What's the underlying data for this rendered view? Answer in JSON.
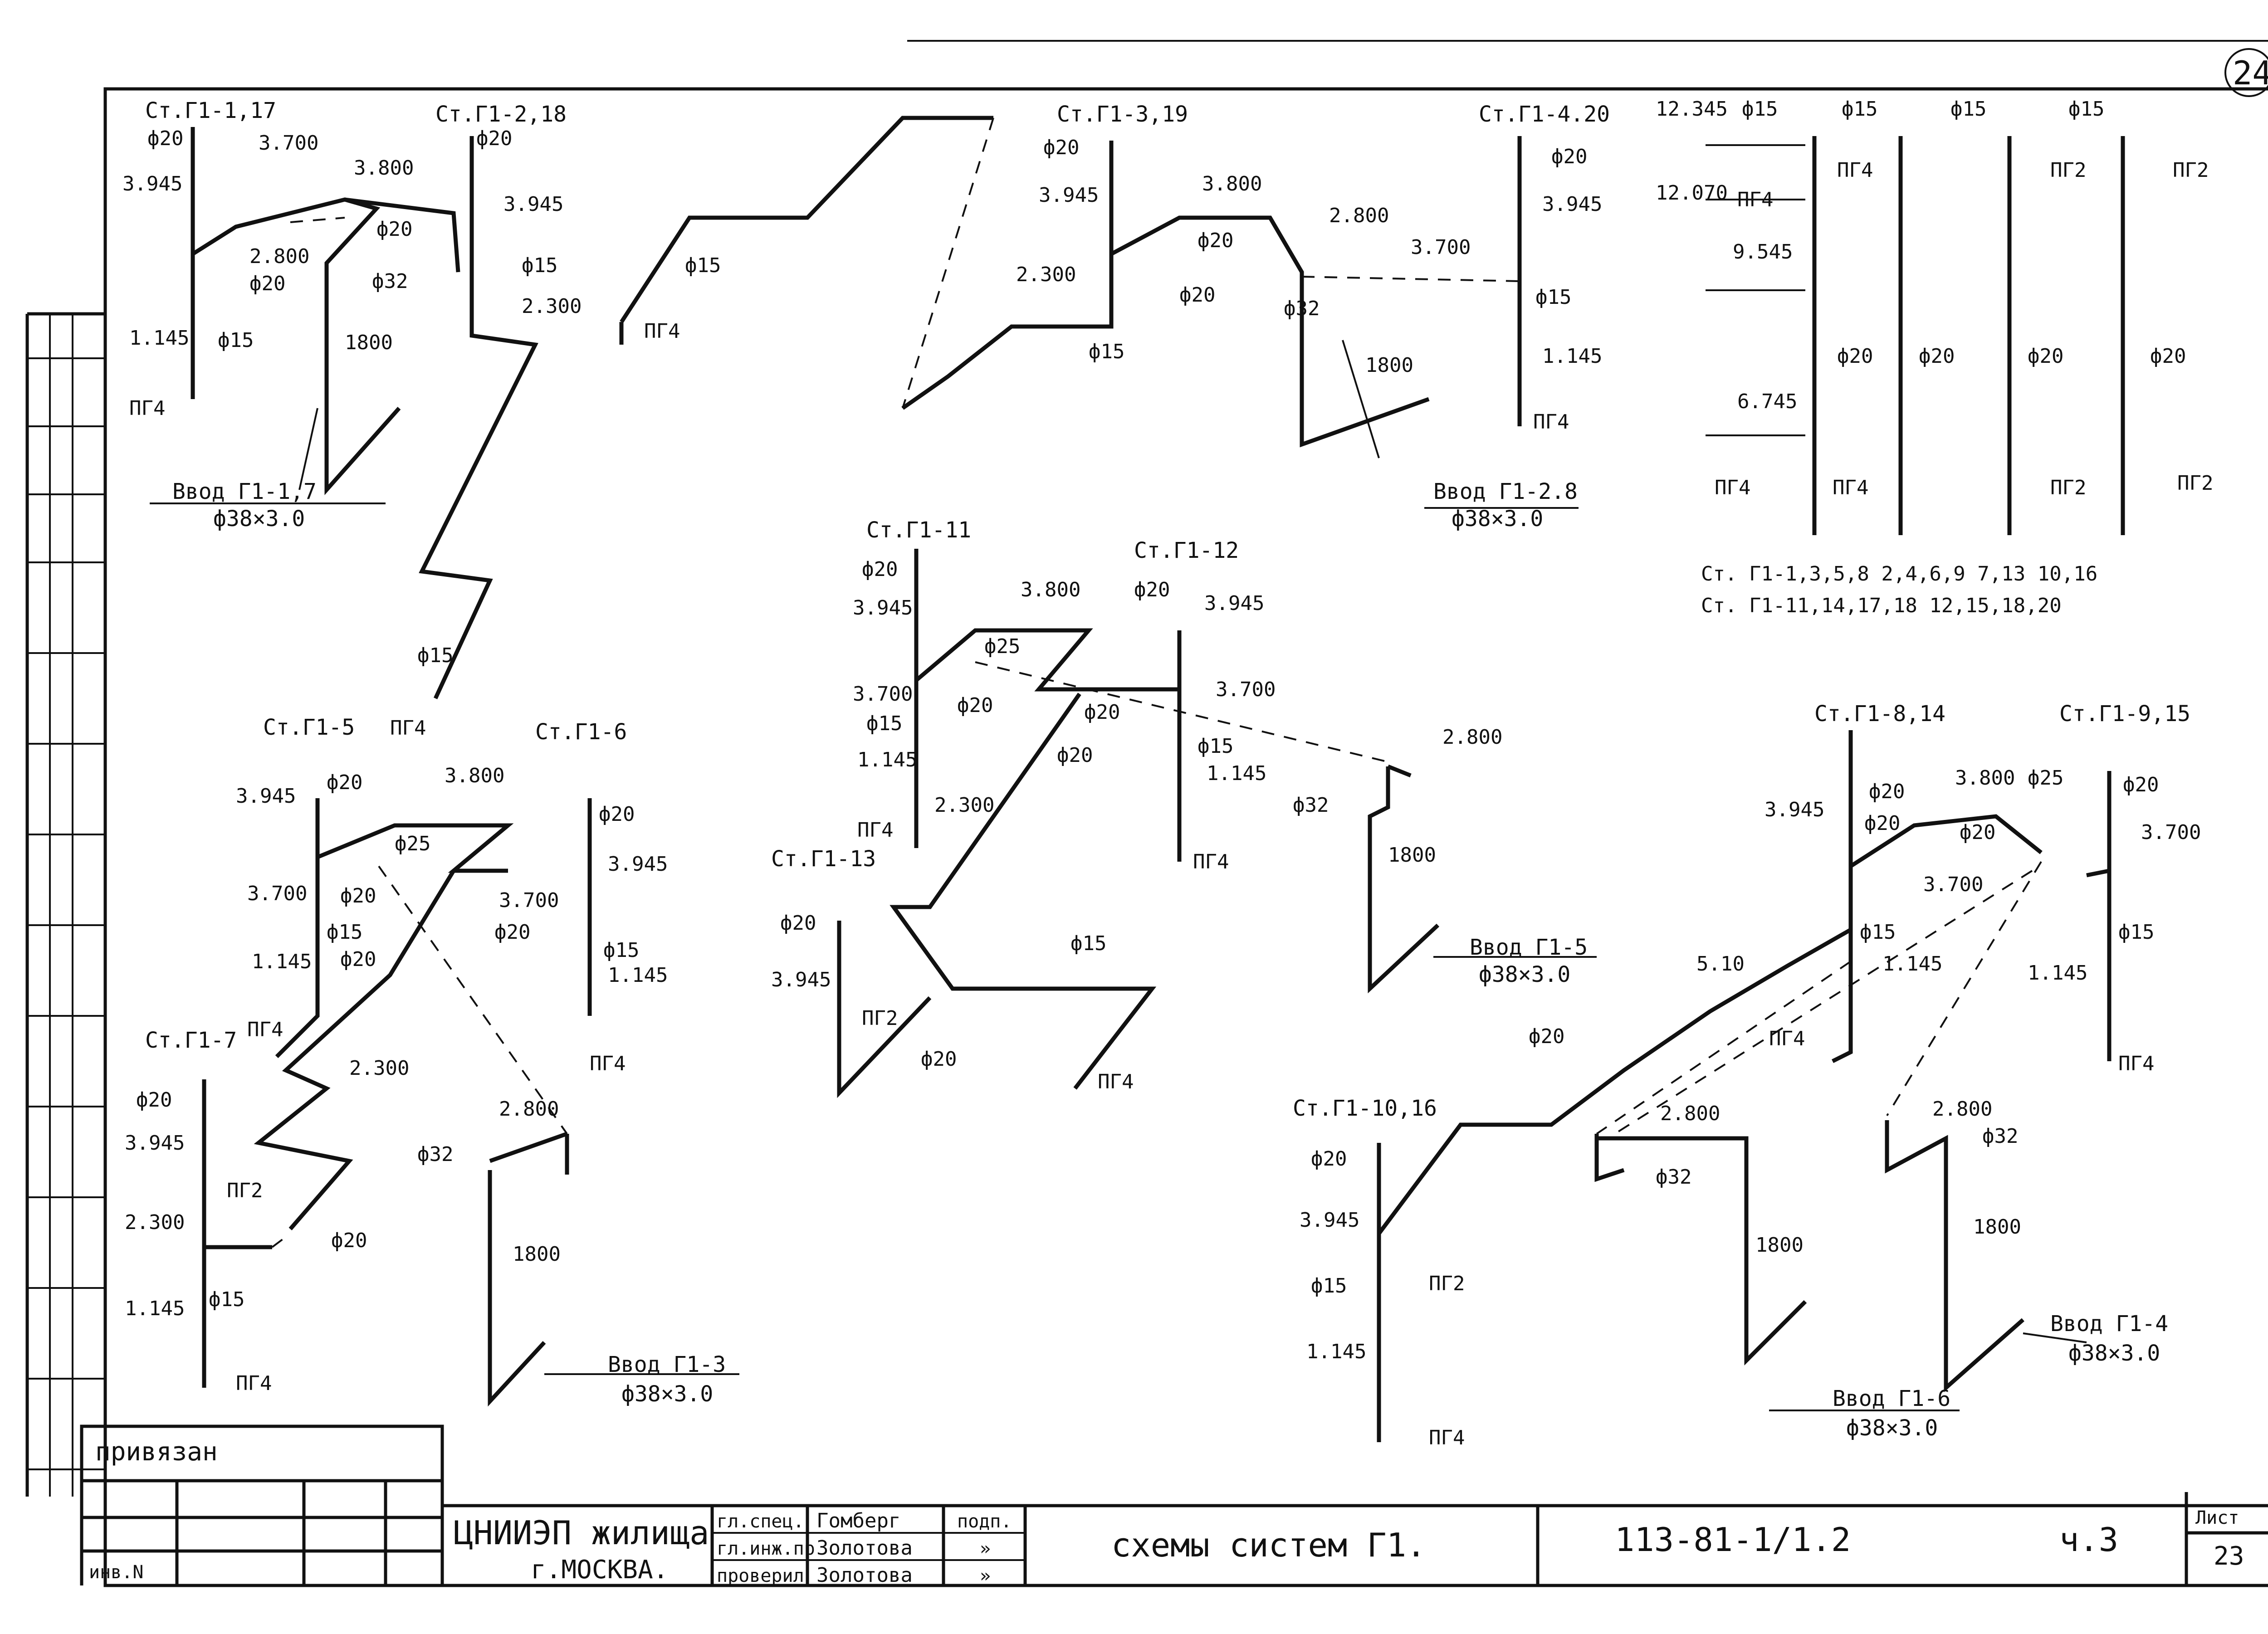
{
  "sheet": {
    "circled_number": "24",
    "sheet_label": "Лист",
    "sheet_number": "23",
    "bound_label": "привязан",
    "inv_label": "инв.N"
  },
  "title_block": {
    "org": "ЦНИИЭП жилища",
    "city": "г.МОСКВА.",
    "roles": [
      "гл.спец.",
      "гл.инж.пр",
      "проверил"
    ],
    "names": [
      "Гомберг",
      "Золотова",
      "Золотова"
    ],
    "sign_header": "подп.",
    "sign_marks": [
      "»",
      "»"
    ],
    "drawing_title": "схемы систем Г1.",
    "doc_code": "113-81-1/1.2",
    "part": "ч.3"
  },
  "risers": [
    "Ст.Г1-1,17",
    "Ст.Г1-2,18",
    "Ст.Г1-3,19",
    "Ст.Г1-4.20",
    "Ст.Г1-5",
    "Ст.Г1-6",
    "Ст.Г1-7",
    "Ст.Г1-11",
    "Ст.Г1-12",
    "Ст.Г1-13",
    "Ст.Г1-8,14",
    "Ст.Г1-9,15",
    "Ст.Г1-10,16"
  ],
  "inlets": [
    {
      "name": "Ввод Г1-1,7",
      "size": "ф38×3.0"
    },
    {
      "name": "Ввод Г1-2.8",
      "size": "ф38×3.0"
    },
    {
      "name": "Ввод Г1-3",
      "size": "ф38×3.0"
    },
    {
      "name": "Ввод Г1-5",
      "size": "ф38×3.0"
    },
    {
      "name": "Ввод Г1-6",
      "size": "ф38×3.0"
    },
    {
      "name": "Ввод Г1-4",
      "size": "ф38×3.0"
    }
  ],
  "legend": {
    "levels": [
      "12.345",
      "12.070",
      "9.545",
      "6.745"
    ],
    "row1": "Ст. Г1-1,3,5,8   2,4,6,9    7,13      10,16",
    "row2": "Ст. Г1-11,14,17,18  12,15,18,20"
  },
  "labels": {
    "d15": "ф15",
    "d20": "ф20",
    "d25": "ф25",
    "d32": "ф32",
    "prg4": "ПГ4",
    "prg2": "ПГ2",
    "h3945": "3.945",
    "h3800": "3.800",
    "h3700": "3.700",
    "h2800": "2.800",
    "h2300": "2.300",
    "h1145": "1.145",
    "h1800": "1800",
    "h510": "5.10"
  }
}
